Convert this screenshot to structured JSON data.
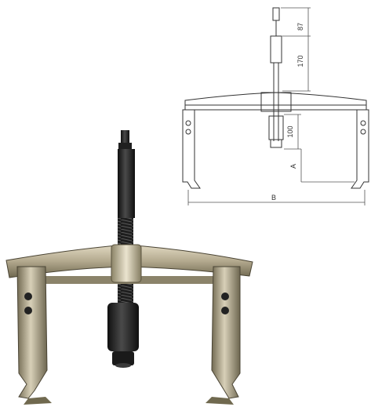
{
  "drawing": {
    "dim_top": "87",
    "dim_shaft": "170",
    "dim_nut": "100",
    "dim_reach": "A",
    "dim_span": "B"
  },
  "colors": {
    "line": "#333333",
    "steel_light": "#c9c0a8",
    "steel_mid": "#9c9379",
    "steel_dark": "#5e5745",
    "black": "#1b1b1b"
  }
}
